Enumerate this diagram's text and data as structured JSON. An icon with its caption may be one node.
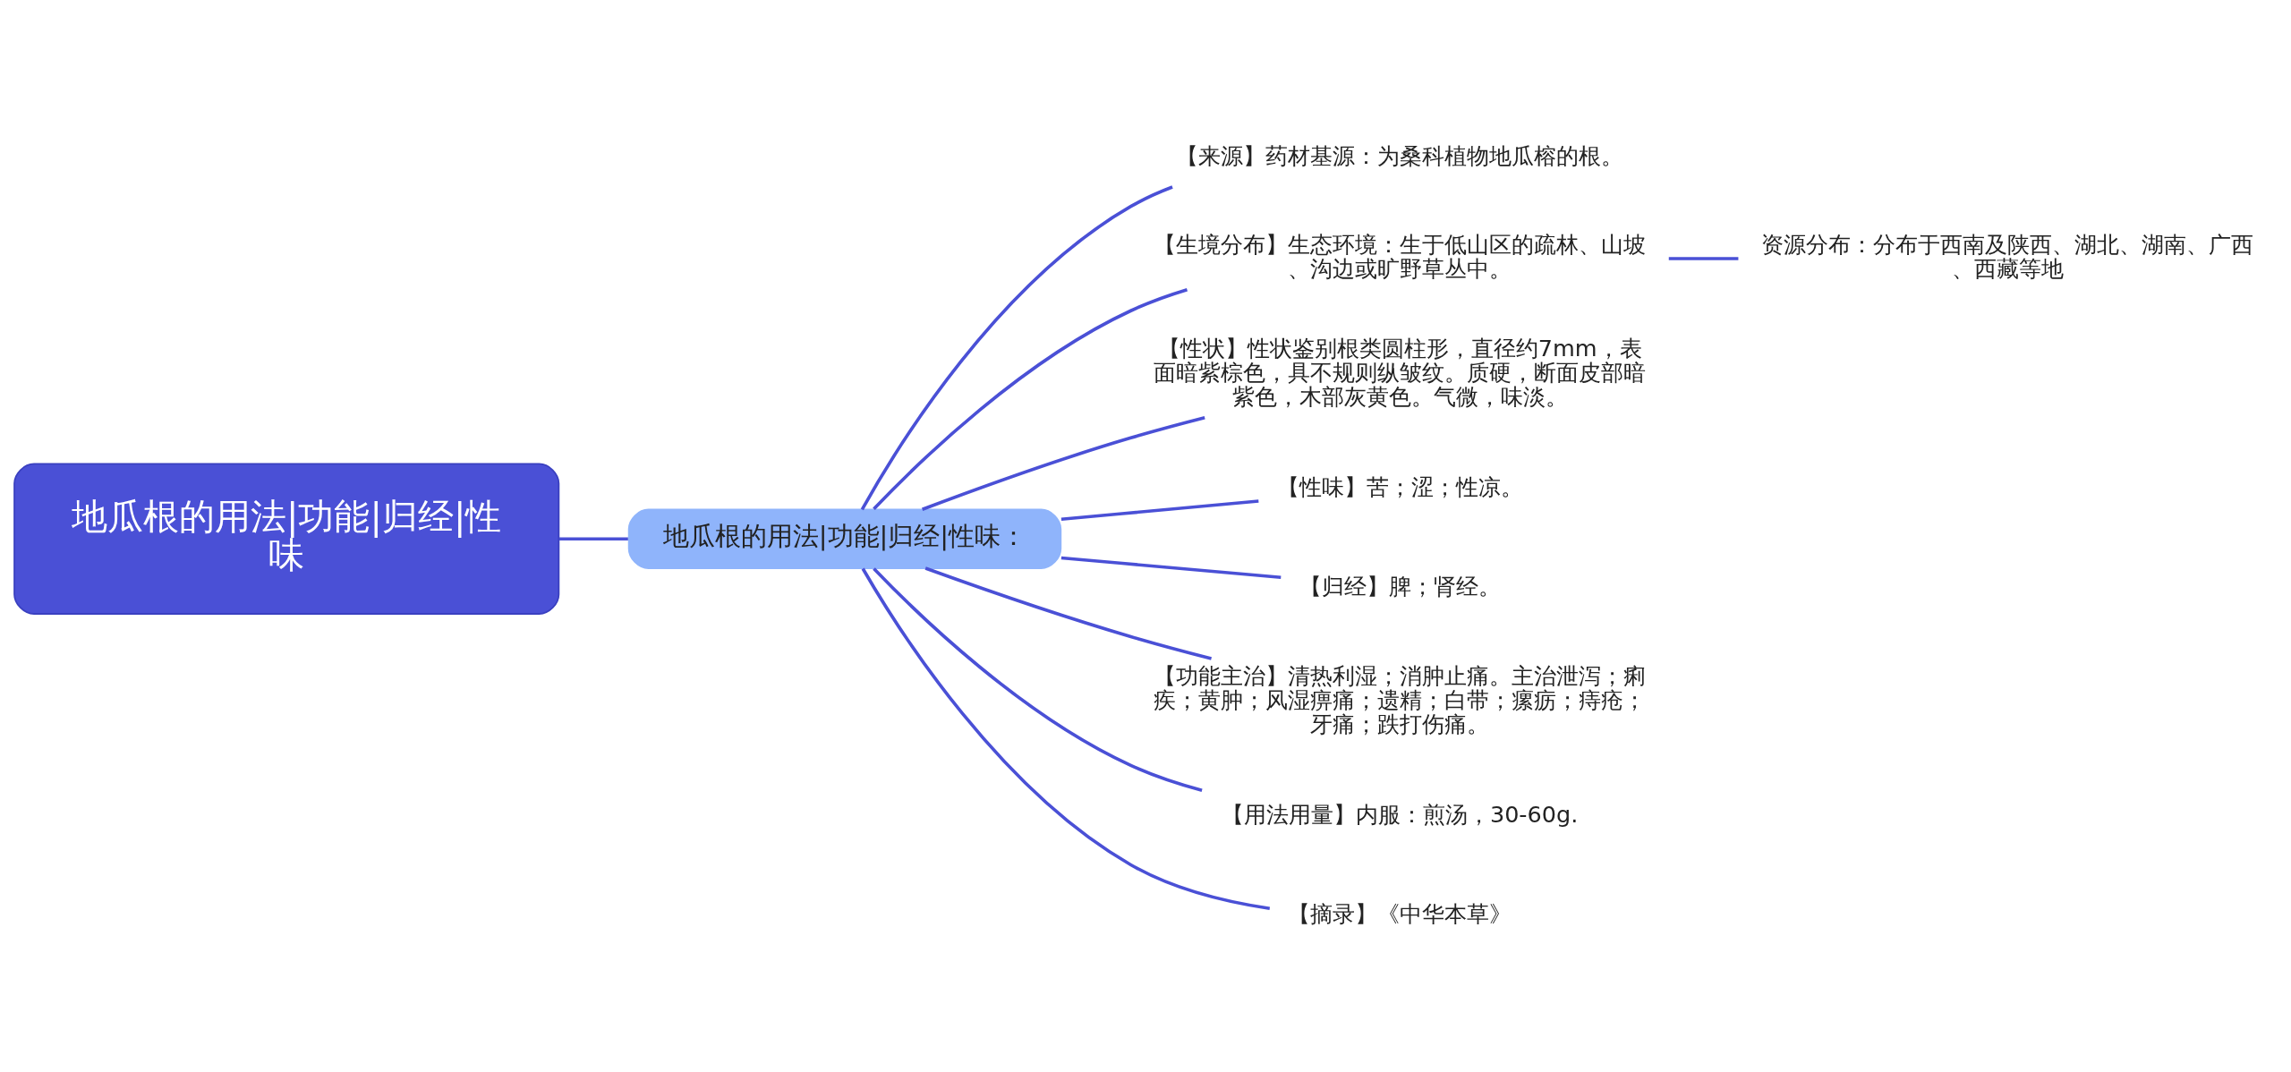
{
  "diagram": {
    "nodes": [
      {
        "text": [
          "地瓜根的用法|功能|归经|性味"
        ]
      },
      {
        "text": [
          "地瓜根的用法|功能|归经|性味："
        ]
      },
      {
        "text": [
          "【来源】药材基源：为桑科植物地瓜榕的根。"
        ]
      },
      {
        "text": [
          "【生境分布】生态环境：生于低山区的疏林、山坡、沟边或旷野草丛中。"
        ]
      },
      {
        "text": [
          "资源分布：分布于西南及陕西、湖北、湖南、广西、西藏等地"
        ]
      },
      {
        "text": [
          "【性状】性状鉴别根类圆柱形，直径约7mm，表面暗紫棕色，具不规则纵皱纹。质硬，断面皮部暗紫色，木部灰黄色。气微，味淡。"
        ]
      },
      {
        "text": [
          "【性味】苦；涩；性凉。"
        ]
      },
      {
        "text": [
          "【归经】脾；肾经。"
        ]
      },
      {
        "text": [
          "【功能主治】清热利湿；消肿止痛。主治泄泻；痢疾；黄肿；风湿痹痛；遗精；白带；瘰疬；痔疮；牙痛；跌打伤痛。"
        ]
      },
      {
        "text": [
          "【用法用量】内服：煎汤，30-60g."
        ]
      },
      {
        "text": [
          "【摘录】《中华本草》"
        ]
      }
    ],
    "edges": [
      {
        "from": 0,
        "to": 1,
        "arrow": "none"
      },
      {
        "from": 1,
        "to": 2,
        "arrow": "none"
      },
      {
        "from": 1,
        "to": 3,
        "arrow": "none"
      },
      {
        "from": 3,
        "to": 4,
        "arrow": "none"
      },
      {
        "from": 1,
        "to": 5,
        "arrow": "none"
      },
      {
        "from": 1,
        "to": 6,
        "arrow": "none"
      },
      {
        "from": 1,
        "to": 7,
        "arrow": "none"
      },
      {
        "from": 1,
        "to": 8,
        "arrow": "none"
      },
      {
        "from": 1,
        "to": 9,
        "arrow": "none"
      },
      {
        "from": 1,
        "to": 10,
        "arrow": "none"
      }
    ]
  }
}
